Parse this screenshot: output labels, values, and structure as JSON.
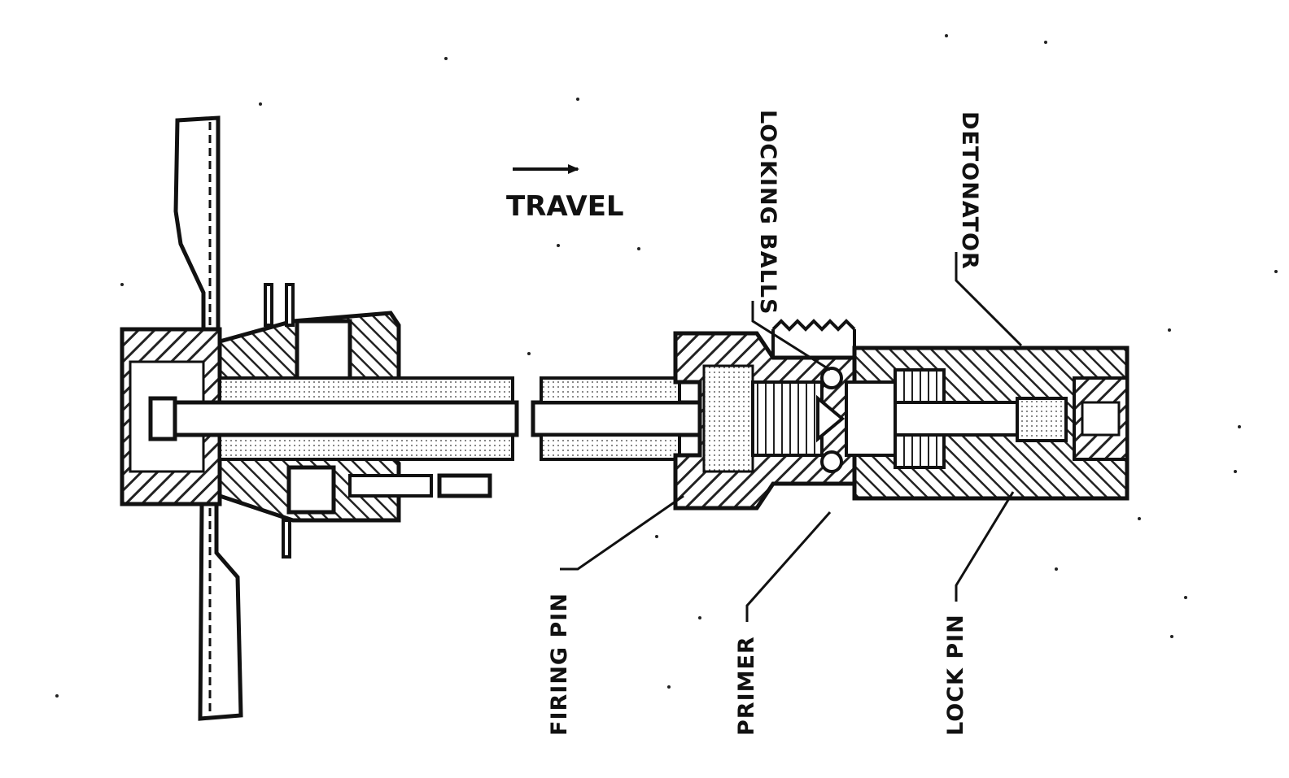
{
  "diagram": {
    "travel_label": "TRAVEL",
    "labels": {
      "locking_balls": "LOCKING  BALLS",
      "detonator": "DETONATOR",
      "firing_pin": "FIRING  PIN",
      "primer": "PRIMER",
      "lock_pin": "LOCK  PIN"
    },
    "ink_color": "#111111",
    "hatch_color": "#222222",
    "background": "#ffffff"
  }
}
